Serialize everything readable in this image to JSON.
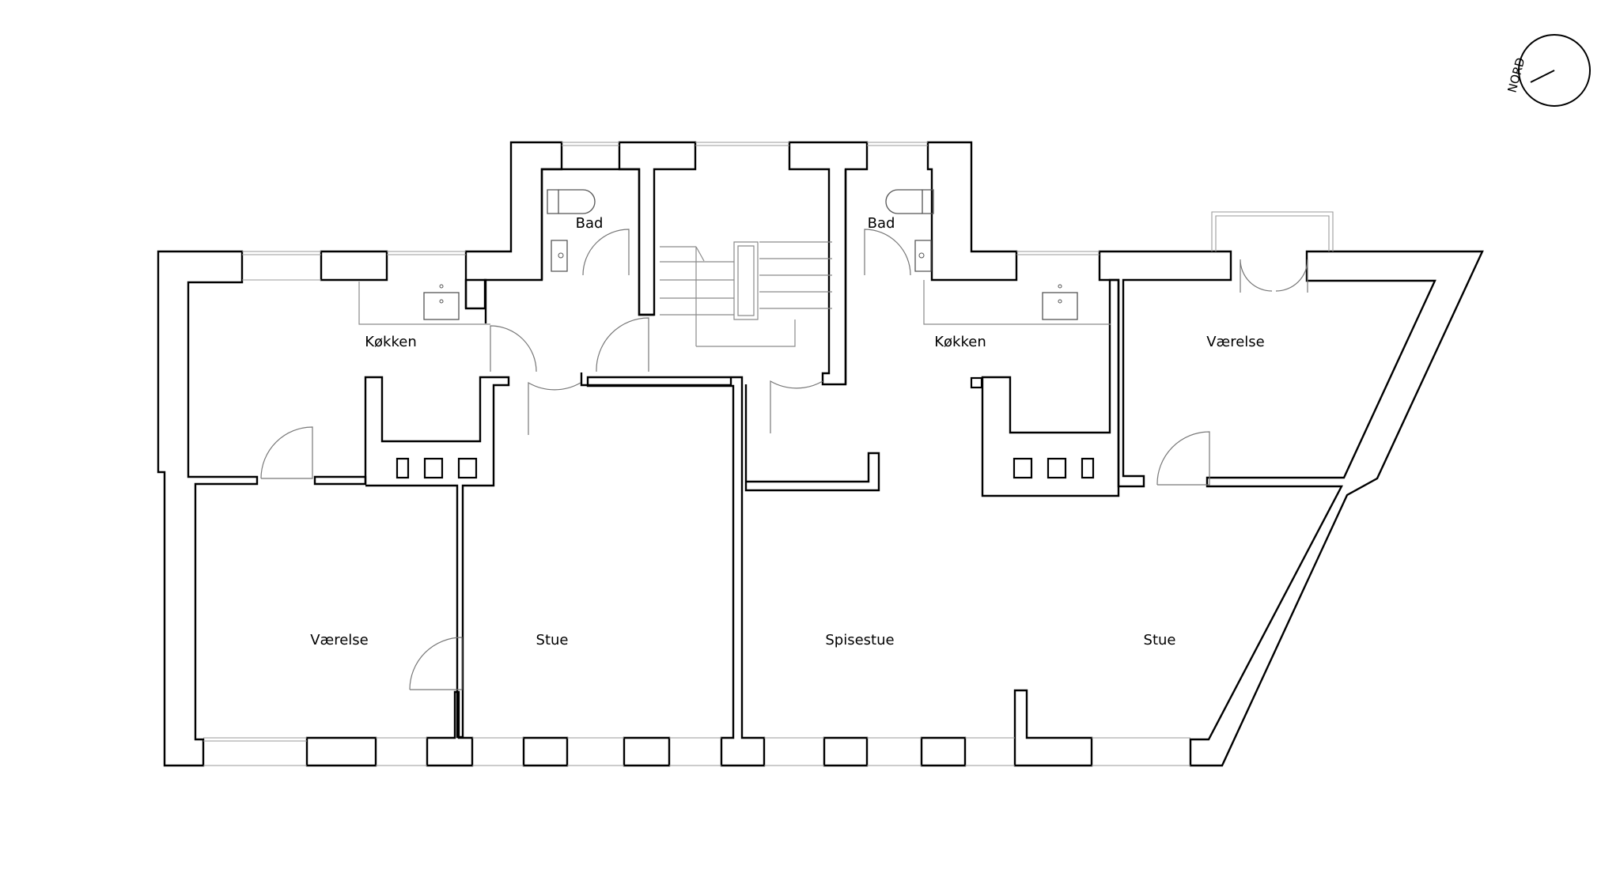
{
  "plan": {
    "compass": {
      "label": "NORD"
    },
    "rooms": {
      "bath_left": "Bad",
      "bath_right": "Bad",
      "kitchen_left": "Køkken",
      "kitchen_right": "Køkken",
      "bedroom_left": "Værelse",
      "bedroom_right": "Værelse",
      "living_left": "Stue",
      "living_right": "Stue",
      "dining": "Spisestue"
    }
  }
}
